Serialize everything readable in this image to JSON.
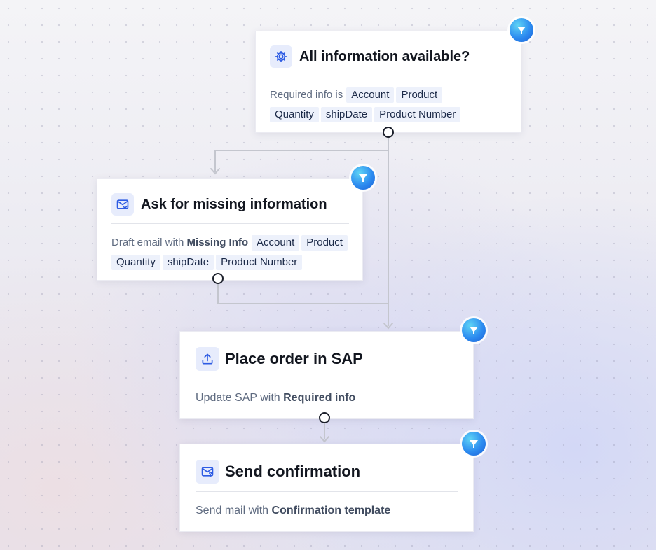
{
  "nodes": {
    "check": {
      "title": "All information available?",
      "lead": "Required info is",
      "chips_row1": [
        "Account",
        "Product"
      ],
      "chips_row2": [
        "Quantity",
        "shipDate",
        "Product Number"
      ]
    },
    "ask": {
      "title": "Ask for missing information",
      "lead": "Draft email with",
      "lead_bold": "Missing Info",
      "chips_row1": [
        "Account",
        "Product"
      ],
      "chips_row2": [
        "Quantity",
        "shipDate",
        "Product Number"
      ]
    },
    "place": {
      "title": "Place order in SAP",
      "lead": "Update SAP with",
      "lead_bold": "Required info"
    },
    "confirm": {
      "title": "Send confirmation",
      "lead": "Send mail with",
      "lead_bold": "Confirmation template"
    }
  },
  "icons": {
    "check": "gear-icon",
    "ask": "mail-check-icon",
    "place": "upload-icon",
    "confirm": "mail-question-icon",
    "badge": "filter-funnel-icon"
  },
  "colors": {
    "accent": "#2d5be3",
    "badge": "#2d8cf0",
    "connector": "#c4c4cc",
    "chip_bg": "#edf1fb"
  }
}
